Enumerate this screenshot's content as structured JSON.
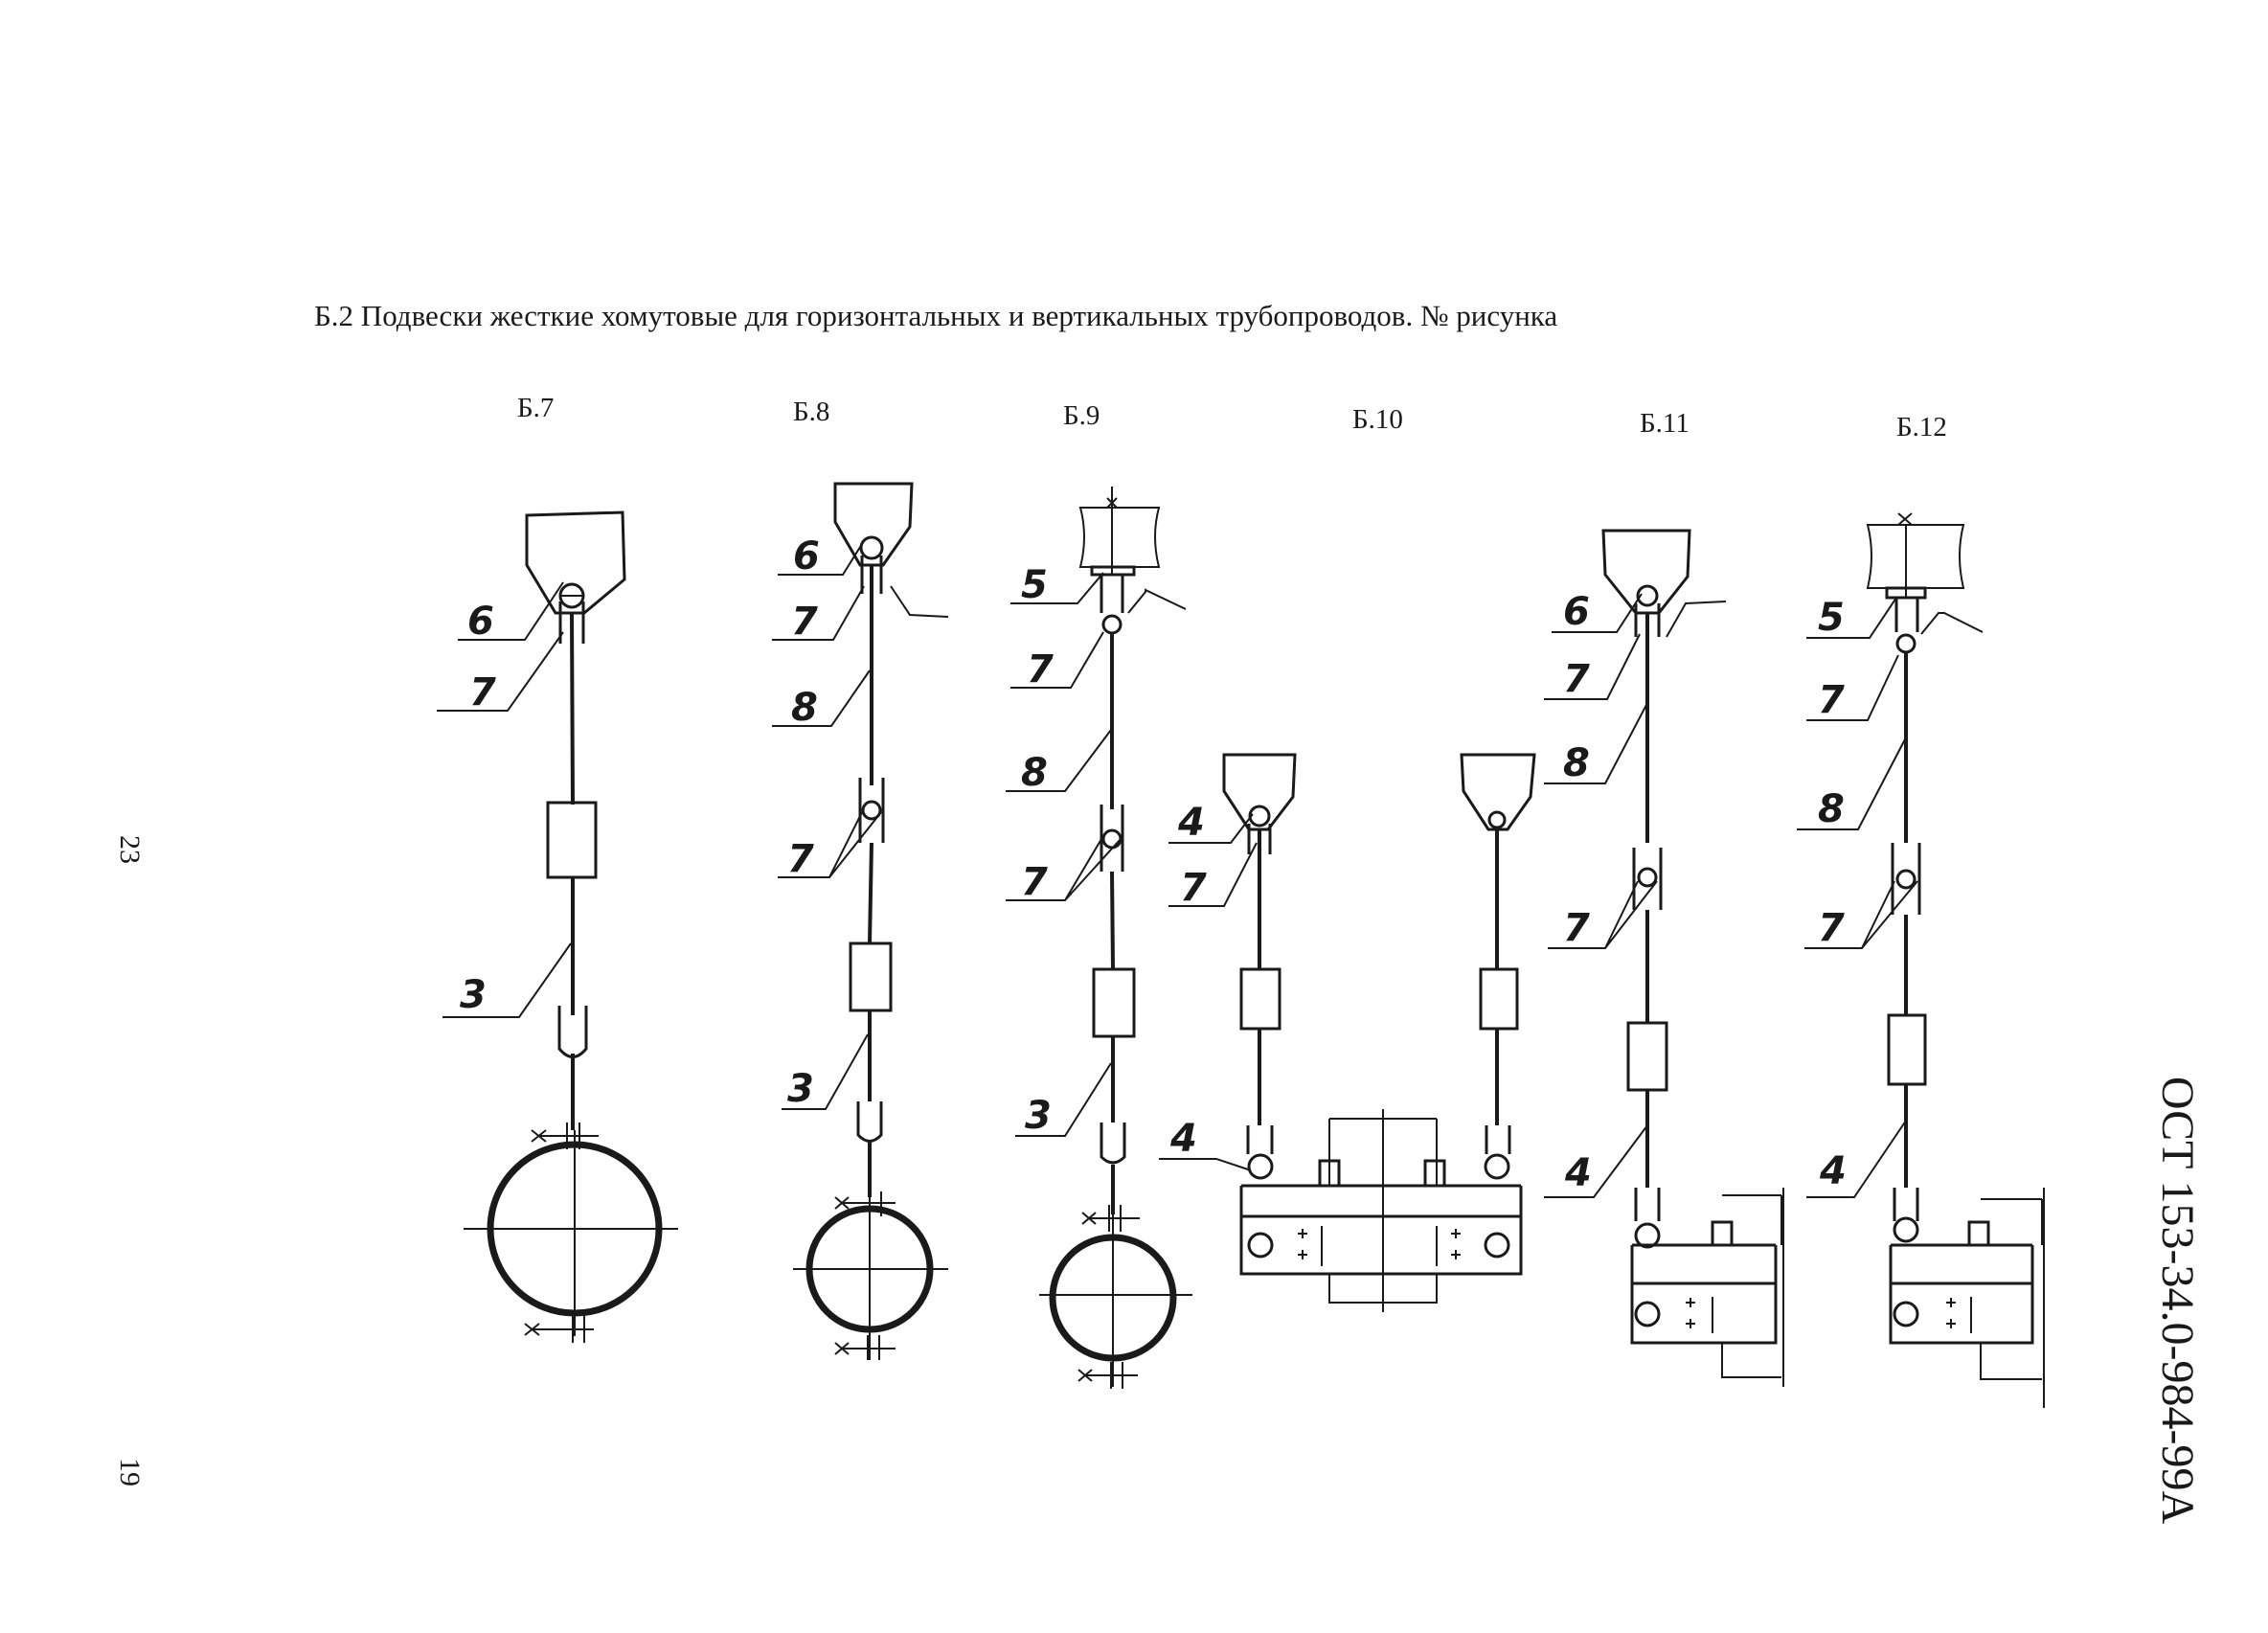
{
  "heading": "Б.2 Подвески жесткие хомутовые для горизонтальных и вертикальных трубопроводов. № рисунка",
  "figures": [
    {
      "label": "Б.7"
    },
    {
      "label": "Б.8"
    },
    {
      "label": "Б.9"
    },
    {
      "label": "Б.10"
    },
    {
      "label": "Б.11"
    },
    {
      "label": "Б.12"
    }
  ],
  "callouts": {
    "b7": [
      "6",
      "7",
      "3"
    ],
    "b8": [
      "6",
      "7",
      "8",
      "7",
      "3"
    ],
    "b9": [
      "5",
      "7",
      "8",
      "7",
      "3"
    ],
    "b10": [
      "4",
      "7",
      "4"
    ],
    "b11": [
      "6",
      "7",
      "8",
      "7",
      "4"
    ],
    "b12": [
      "5",
      "7",
      "8",
      "7",
      "4"
    ]
  },
  "side_page_numbers": [
    "23",
    "19"
  ],
  "document_code": "ОСТ 153-34.0-984-99А"
}
